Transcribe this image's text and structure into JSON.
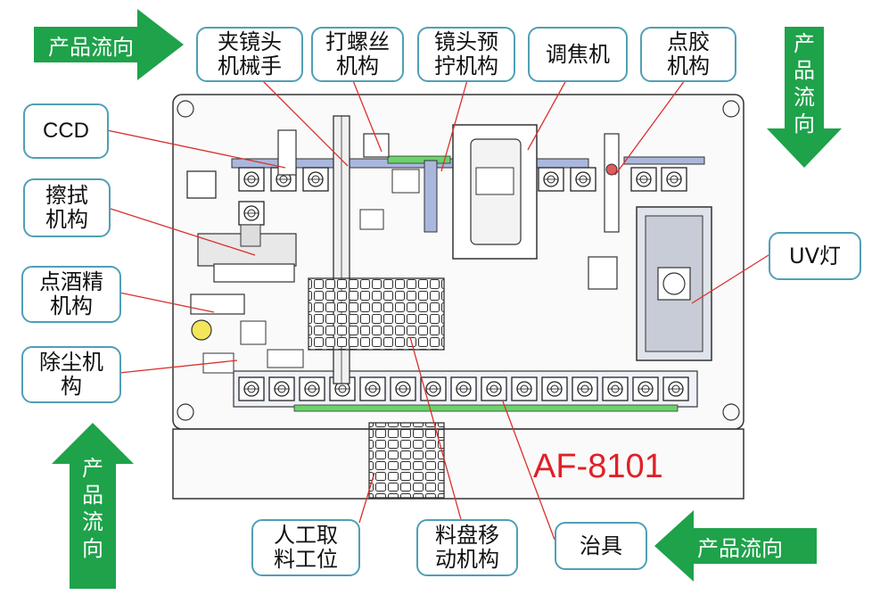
{
  "flow_arrows": {
    "top_left": "产品流向",
    "top_right": "产品流向",
    "bottom_left": "产品流向",
    "bottom_right": "产品流向"
  },
  "labels": {
    "lens_gripper": "夹镜头\n机械手",
    "screw_mech": "打螺丝\n机构",
    "lens_pretighten": "镜头预\n拧机构",
    "focus_machine": "调焦机",
    "glue_mech": "点胶\n机构",
    "ccd": "CCD",
    "wipe_mech": "擦拭\n机构",
    "alcohol_mech": "点酒精\n机构",
    "dust_mech": "除尘机\n构",
    "uv_lamp": "UV灯",
    "manual_station": "人工取\n料工位",
    "tray_move": "料盘移\n动机构",
    "fixture": "治具"
  },
  "model": "AF-8101",
  "colors": {
    "arrow": "#1ea24a",
    "label_border": "#4f9fb6",
    "leader": "#d9302c",
    "model": "#e02028"
  }
}
